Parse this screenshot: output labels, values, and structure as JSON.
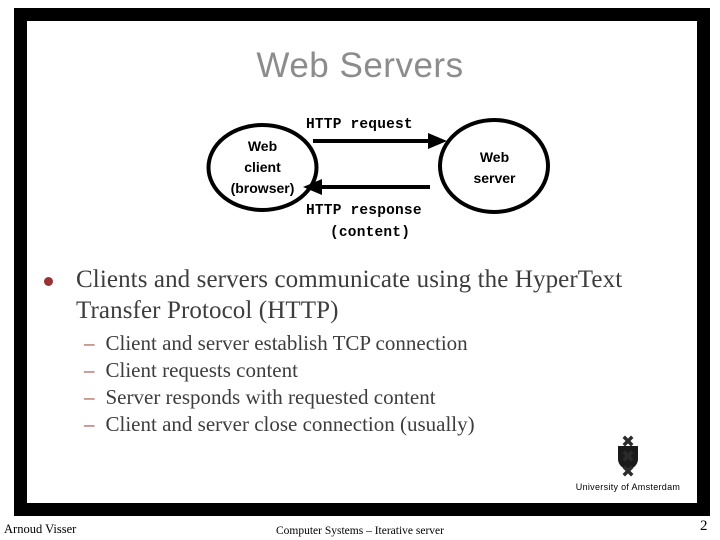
{
  "slide": {
    "title": "Web Servers",
    "border_color": "#000000",
    "title_color": "#8c8c8c",
    "background": "#ffffff"
  },
  "diagram": {
    "type": "request-response-flow",
    "nodes": [
      {
        "id": "client",
        "label_lines": [
          "Web",
          "client",
          "(browser)"
        ],
        "shape": "ellipse"
      },
      {
        "id": "server",
        "label_lines": [
          "Web",
          "server"
        ],
        "shape": "ellipse"
      }
    ],
    "arrows": [
      {
        "id": "request",
        "direction": "client-to-server",
        "label": "HTTP request"
      },
      {
        "id": "response",
        "direction": "server-to-client",
        "label": "HTTP response",
        "sublabel": "(content)"
      }
    ],
    "client_line_1": "Web",
    "client_line_2": "client",
    "client_line_3": "(browser)",
    "server_line_1": "Web",
    "server_line_2": "server",
    "request_label": "HTTP request",
    "response_label": "HTTP response",
    "content_label": "(content)"
  },
  "body": {
    "bullet_color": "#993333",
    "dash_color": "#9e4a3c",
    "text_color": "#3d3d3d",
    "main_bullet": "Clients and servers communicate using  the HyperText Transfer Protocol (HTTP)",
    "sub_bullets": [
      {
        "marker": "–",
        "text": "Client and server establish TCP connection"
      },
      {
        "marker": "–",
        "text": "Client requests content"
      },
      {
        "marker": "–",
        "text": "Server responds with requested content"
      },
      {
        "marker": "–",
        "text": "Client and server close connection (usually)"
      }
    ]
  },
  "logo": {
    "name": "university-of-amsterdam-logo",
    "caption": "University  of Amsterdam"
  },
  "footer": {
    "author": "Arnoud Visser",
    "course": "Computer Systems – Iterative server",
    "page_number": "2"
  }
}
